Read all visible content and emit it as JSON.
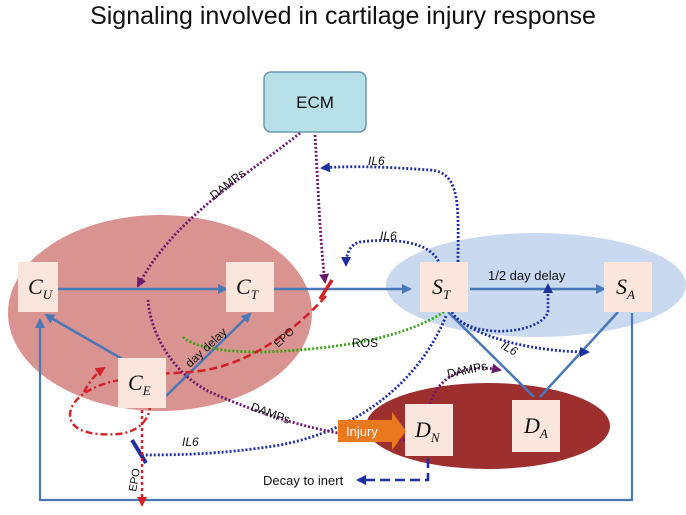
{
  "title": "Signaling involved in cartilage injury response",
  "nodes": {
    "ecm": "ECM",
    "cu": {
      "main": "C",
      "sub": "U"
    },
    "ct": {
      "main": "C",
      "sub": "T"
    },
    "ce": {
      "main": "C",
      "sub": "E"
    },
    "st": {
      "main": "S",
      "sub": "T"
    },
    "sa": {
      "main": "S",
      "sub": "A"
    },
    "dn": {
      "main": "D",
      "sub": "N"
    },
    "da": {
      "main": "D",
      "sub": "A"
    }
  },
  "injury_label": "Injury",
  "edge_labels": {
    "damps_ecm": "DAMPs",
    "il6_top": "IL6",
    "il6_mid": "IL6",
    "half_day_delay": "1/2 day delay",
    "day_delay": "day delay",
    "epo_upper": "EPO",
    "ros": "ROS",
    "il6_right": "IL6",
    "damps_dn": "DAMPs",
    "damps_lower": "DAMPs",
    "il6_lower": "IL6",
    "epo_lower": "EPO",
    "decay": "Decay to inert"
  },
  "colors": {
    "left_ellipse": "#d99391",
    "right_ellipse": "#c9d9ef",
    "damage_ellipse": "#9e2f2f",
    "ecm_box": "#b7e0e8",
    "node_box": "#fbe6dd",
    "blue_arrow": "#4a77b6",
    "dashed_blue": "#1f2fa0",
    "purple": "#6b1a6b",
    "red_dash": "#d1222a",
    "green_dash": "#3aa21a",
    "injury_orange": "#e9791f"
  }
}
